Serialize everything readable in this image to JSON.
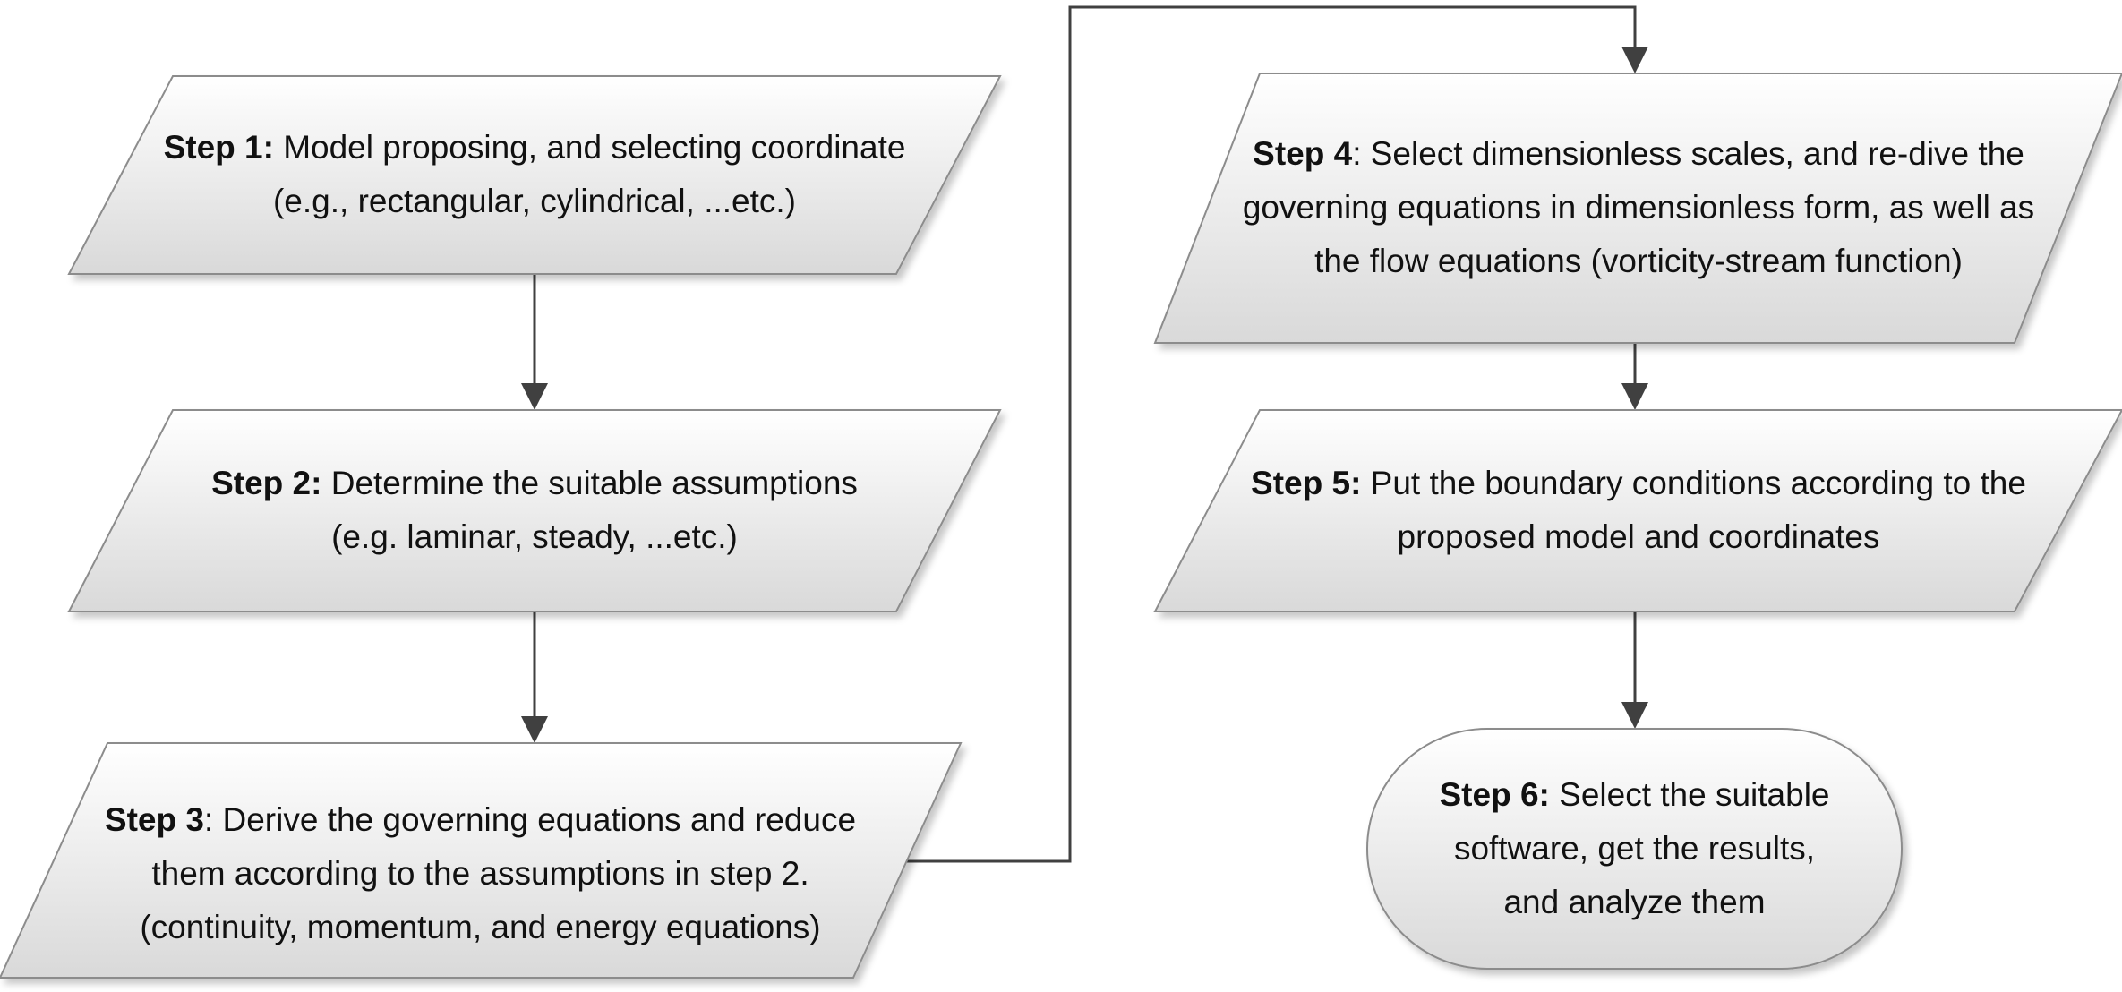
{
  "steps": [
    {
      "id": "step1",
      "label": "Step 1:",
      "lines": [
        " Model proposing, and selecting coordinate",
        "(e.g., rectangular, cylindrical, ...etc.)"
      ]
    },
    {
      "id": "step2",
      "label": "Step 2:",
      "lines": [
        " Determine the suitable assumptions",
        "(e.g. laminar, steady, ...etc.)"
      ]
    },
    {
      "id": "step3",
      "label": "Step 3",
      "lines": [
        ": Derive the governing equations and reduce",
        "them according to the assumptions in step 2.",
        "(continuity, momentum, and energy equations)"
      ]
    },
    {
      "id": "step4",
      "label": "Step 4",
      "lines": [
        ": Select dimensionless scales, and re-dive the",
        "governing equations in dimensionless form, as well as",
        "the flow equations (vorticity-stream function)"
      ]
    },
    {
      "id": "step5",
      "label": "Step 5:",
      "lines": [
        " Put the boundary conditions according to the",
        "proposed model and coordinates"
      ]
    },
    {
      "id": "step6",
      "label": "Step 6:",
      "lines": [
        " Select the suitable",
        "software, get the results,",
        "and analyze them"
      ]
    }
  ],
  "colors": {
    "shape_fill_top": "#ffffff",
    "shape_fill_bottom": "#d9d9d9",
    "stroke": "#8c8c8c",
    "arrow": "#404040",
    "text": "#111111"
  }
}
